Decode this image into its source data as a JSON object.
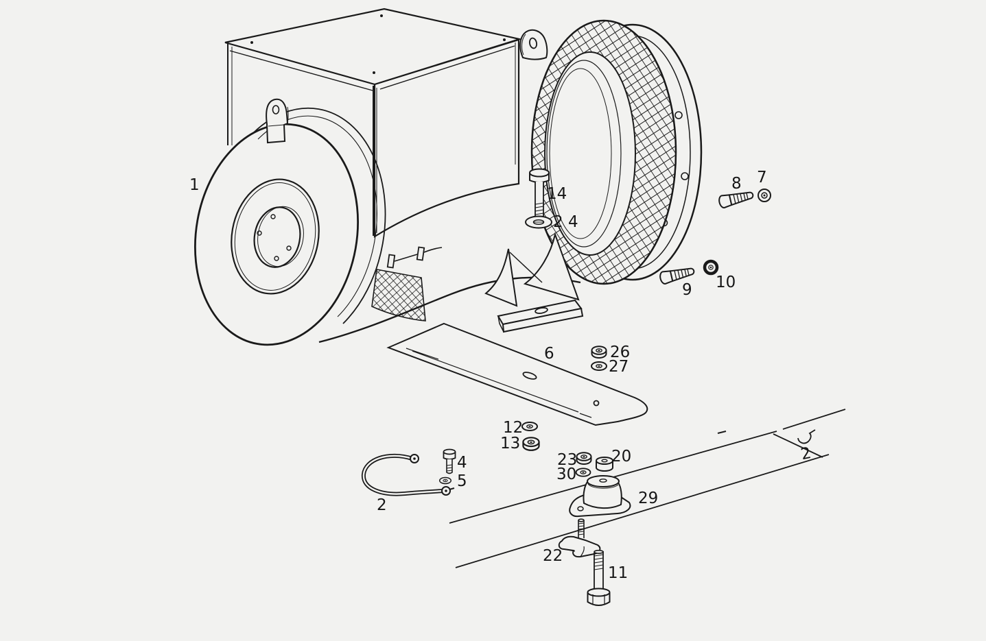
{
  "diagram_colors": {
    "background": "#f2f2f0",
    "ink": "#1a1a1a"
  },
  "callouts": [
    {
      "id": "1",
      "text": "1"
    },
    {
      "id": "14",
      "text": "14"
    },
    {
      "id": "24",
      "text": "2 4"
    },
    {
      "id": "8",
      "text": "8"
    },
    {
      "id": "7",
      "text": "7"
    },
    {
      "id": "9",
      "text": "9"
    },
    {
      "id": "10",
      "text": "10"
    },
    {
      "id": "6",
      "text": "6"
    },
    {
      "id": "26",
      "text": "26"
    },
    {
      "id": "27",
      "text": "27"
    },
    {
      "id": "12",
      "text": "12"
    },
    {
      "id": "13",
      "text": "13"
    },
    {
      "id": "2",
      "text": "2"
    },
    {
      "id": "4",
      "text": "4"
    },
    {
      "id": "5",
      "text": "5"
    },
    {
      "id": "23",
      "text": "23"
    },
    {
      "id": "30",
      "text": "30"
    },
    {
      "id": "20",
      "text": "20"
    },
    {
      "id": "29",
      "text": "29"
    },
    {
      "id": "22",
      "text": "22"
    },
    {
      "id": "11",
      "text": "11"
    },
    {
      "id": "2b",
      "text": "2"
    }
  ]
}
